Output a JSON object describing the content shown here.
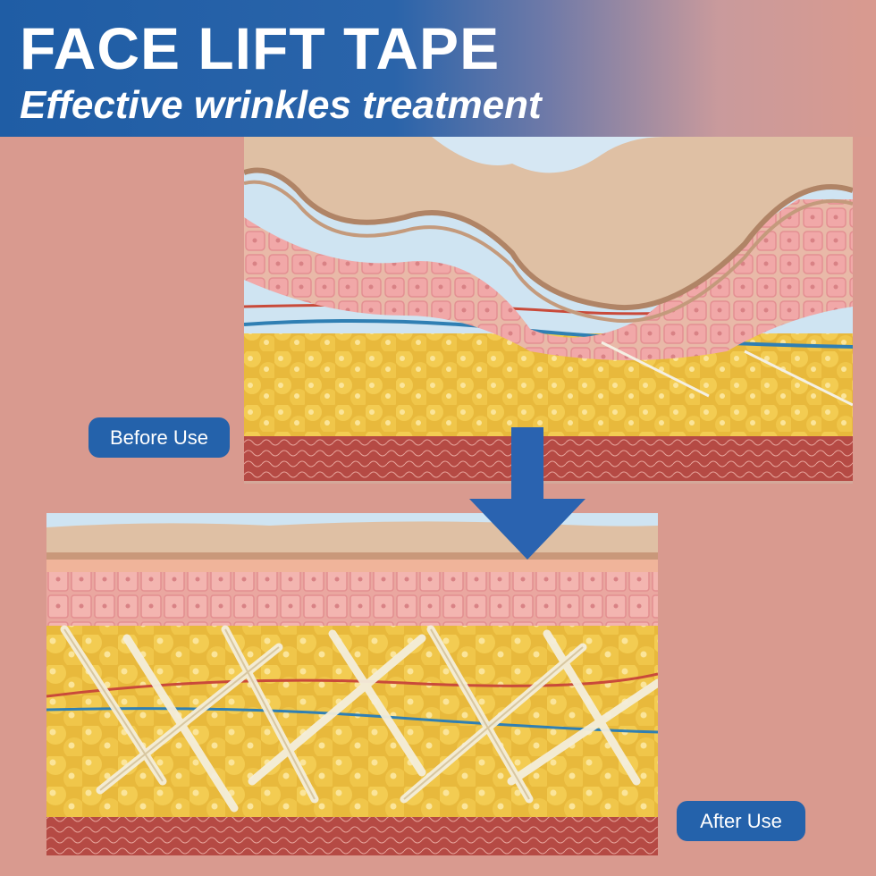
{
  "header": {
    "title": "FACE LIFT TAPE",
    "subtitle": "Effective wrinkles treatment"
  },
  "labels": {
    "before": "Before Use",
    "after": "After Use"
  },
  "colors": {
    "background": "#d99a8f",
    "banner_blue": "#1f5da5",
    "label_blue": "#2462ab",
    "arrow_blue": "#2a63b0"
  },
  "icons": {
    "arrow": "arrow-down-icon"
  }
}
